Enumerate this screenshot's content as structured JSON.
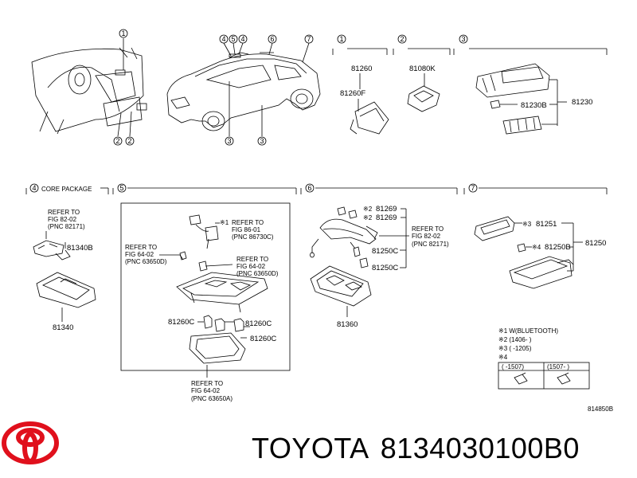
{
  "diagram": {
    "callouts": [
      "1",
      "2",
      "3",
      "4",
      "5",
      "6",
      "7"
    ],
    "section_headers": {
      "s1": "1",
      "s2": "2",
      "s3": "3",
      "s4": "4",
      "s4_note": "CORE PACKAGE",
      "s5": "5",
      "s6": "6",
      "s7": "7"
    },
    "parts": {
      "p81260": "81260",
      "p81260F": "81260F",
      "p81080K": "81080K",
      "p81230B": "81230B",
      "p81230": "81230",
      "p81340B": "81340B",
      "p81340": "81340",
      "p81260C_a": "81260C",
      "p81260C_b": "81260C",
      "p81260C_c": "81260C",
      "p81269_a": "81269",
      "p81269_b": "81269",
      "p81250C_a": "81250C",
      "p81250C_b": "81250C",
      "p81360": "81360",
      "p81251": "81251",
      "p81250B": "81250B",
      "p81250": "81250"
    },
    "marks": {
      "m1": "※1",
      "m2a": "※2",
      "m2b": "※2",
      "m3": "※3",
      "m4": "※4"
    },
    "refs": {
      "r4": [
        "REFER TO",
        "FIG 82-02",
        "(PNC 82171)"
      ],
      "r5a": [
        "REFER TO",
        "FIG 86-01",
        "(PNC 86730C)"
      ],
      "r5b": [
        "REFER TO",
        "FIG 64-02",
        "(PNC 63650D)"
      ],
      "r5c": [
        "REFER TO",
        "FIG 64-02",
        "(PNC 63650D)"
      ],
      "r5d": [
        "REFER TO",
        "FIG 64-02",
        "(PNC 63650A)"
      ],
      "r6": [
        "REFER TO",
        "FIG 82-02",
        "(PNC 82171)"
      ]
    },
    "legend": {
      "l1": "※1 W(BLUETOOTH)",
      "l2": "※2 (1406-      )",
      "l3": "※3 (      -1205)",
      "l4": "※4",
      "c1": "(      -1507)",
      "c2": "(1507-      )"
    },
    "figure_code": "814850B"
  },
  "footer": {
    "brand": "TOYOTA",
    "part_number": "8134030100B0"
  },
  "colors": {
    "line": "#000000",
    "logo": "#e0101c",
    "background": "#ffffff"
  },
  "icons": {
    "logo": "toyota-emblem-icon"
  }
}
